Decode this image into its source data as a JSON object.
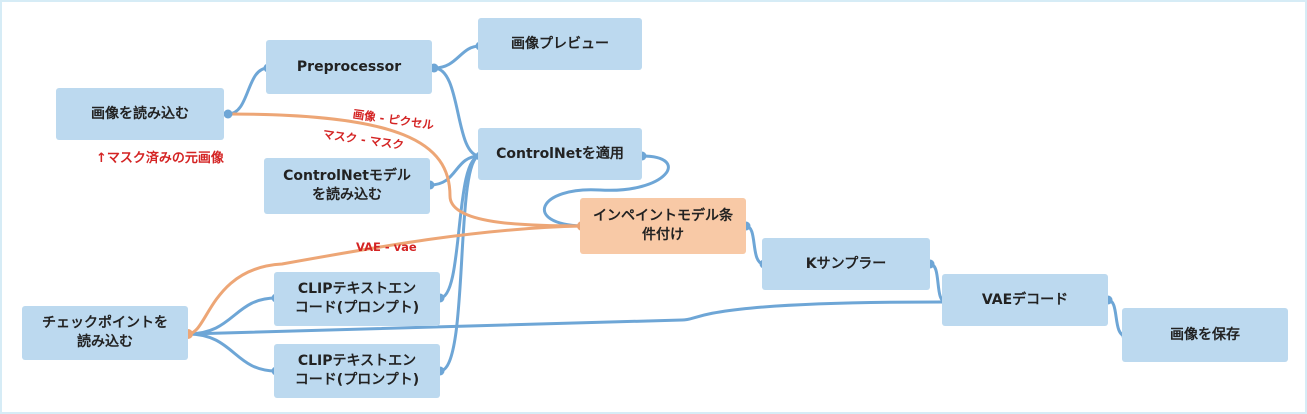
{
  "colors": {
    "node": "#bcd9ef",
    "accent_node": "#f8c9a6",
    "wire_blue": "#6ea6d6",
    "wire_orange": "#eda676",
    "label_red": "#d42424"
  },
  "nodes": {
    "load_image": "画像を読み込む",
    "preprocessor": "Preprocessor",
    "image_preview": "画像プレビュー",
    "apply_controlnet": "ControlNetを適用",
    "load_controlnet_model": "ControlNetモデル\nを読み込む",
    "inpaint_conditioning": "インペイントモデル条\n件付け",
    "ksampler": "Kサンプラー",
    "vae_decode": "VAEデコード",
    "save_image": "画像を保存",
    "load_checkpoint": "チェックポイントを\n読み込む",
    "clip_text_encode_1": "CLIPテキストエン\nコード(プロンプト)",
    "clip_text_encode_2": "CLIPテキストエン\nコード(プロンプト)"
  },
  "labels": {
    "image_pixel": "画像 - ピクセル",
    "mask_mask": "マスク - マスク",
    "masked_original_note": "↑マスク済みの元画像",
    "vae_vae": "VAE - vae"
  }
}
